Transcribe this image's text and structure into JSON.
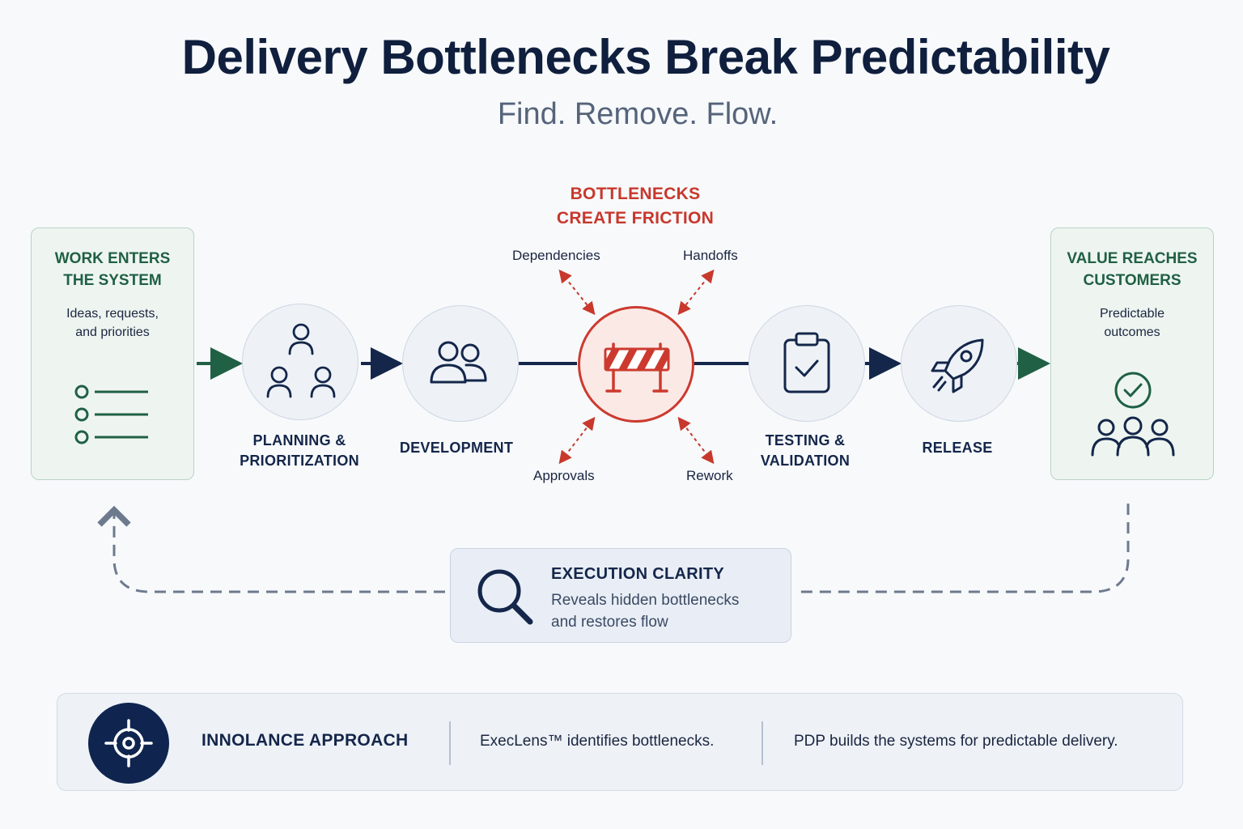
{
  "header": {
    "title": "Delivery Bottlenecks Break Predictability",
    "subtitle": "Find. Remove. Flow."
  },
  "bottleneck": {
    "title_line1": "BOTTLENECKS",
    "title_line2": "CREATE FRICTION",
    "factors": [
      "Dependencies",
      "Handoffs",
      "Approvals",
      "Rework"
    ],
    "icon": "roadblock-barrier-icon"
  },
  "entry": {
    "title_line1": "WORK ENTERS",
    "title_line2": "THE SYSTEM",
    "text_line1": "Ideas, requests,",
    "text_line2": "and priorities",
    "icon": "checklist-icon"
  },
  "stages": [
    {
      "line1": "PLANNING &",
      "line2": "PRIORITIZATION",
      "icon": "team-hierarchy-icon"
    },
    {
      "line1": "DEVELOPMENT",
      "line2": "",
      "icon": "two-people-icon"
    },
    {
      "line1": "TESTING &",
      "line2": "VALIDATION",
      "icon": "clipboard-check-icon"
    },
    {
      "line1": "RELEASE",
      "line2": "",
      "icon": "rocket-icon"
    }
  ],
  "outcome": {
    "title_line1": "VALUE REACHES",
    "title_line2": "CUSTOMERS",
    "text_line1": "Predictable",
    "text_line2": "outcomes",
    "icon": "customers-check-icon"
  },
  "clarity": {
    "title": "EXECUTION CLARITY",
    "text_line1": "Reveals hidden bottlenecks",
    "text_line2": "and restores flow",
    "icon": "magnifier-icon"
  },
  "approach": {
    "label": "INNOLANCE APPROACH",
    "point1": "ExecLens™ identifies bottlenecks.",
    "point2": "PDP builds the systems for predictable delivery.",
    "icon": "target-crosshair-icon"
  },
  "colors": {
    "navy": "#14264a",
    "green": "#206044",
    "red": "#c8382c",
    "dashed": "#6d7a8e"
  }
}
